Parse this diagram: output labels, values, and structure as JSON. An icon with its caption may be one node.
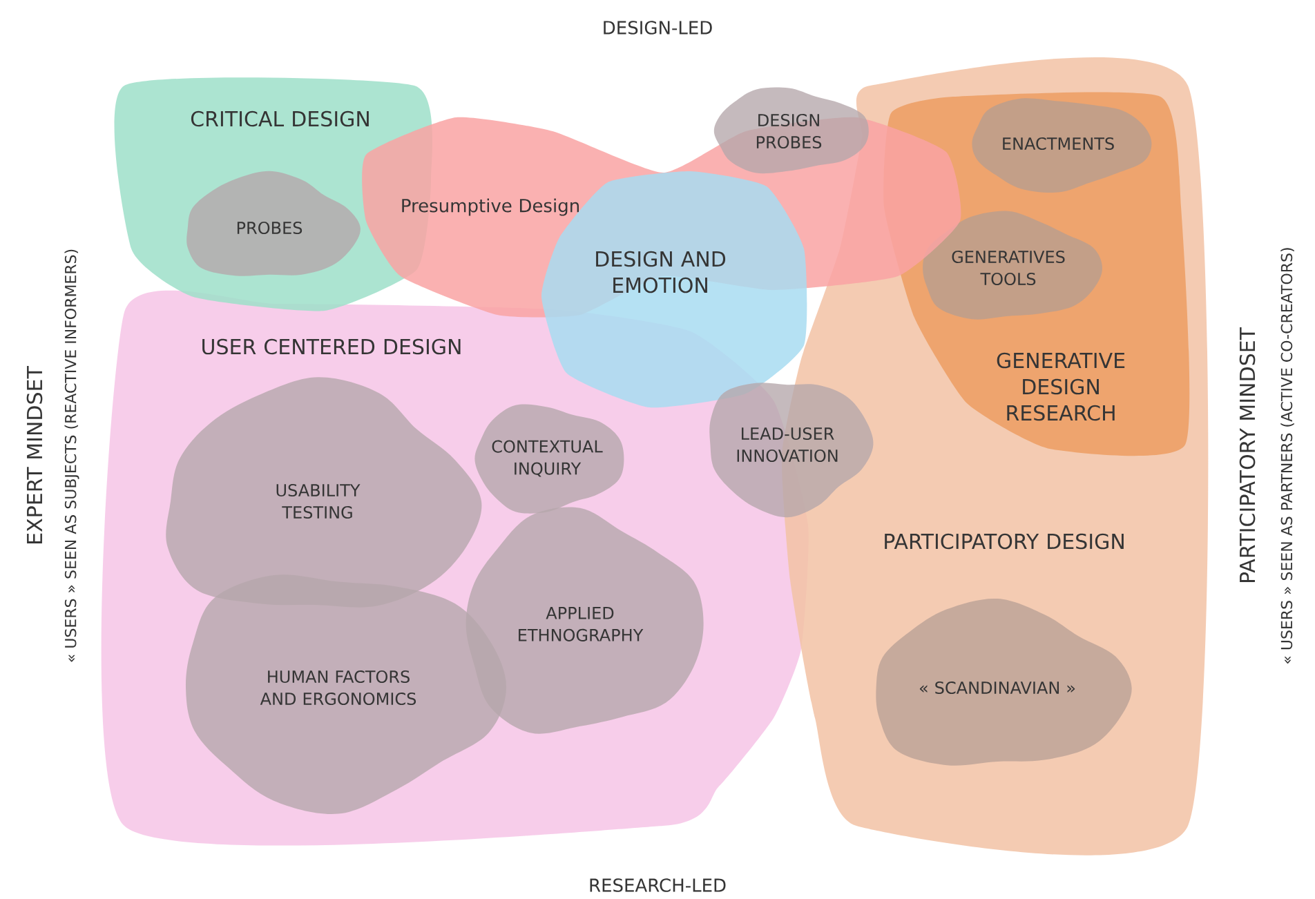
{
  "diagram": {
    "nodes": [
      {
        "text": [
          "CRITICAL DESIGN"
        ]
      },
      {
        "text": [
          "PROBES"
        ],
        "in": 0
      },
      {
        "text": [
          "DESIGN PROBES"
        ]
      },
      {
        "text": [
          "Presumptive Design"
        ]
      },
      {
        "text": [
          "PARTICIPATORY DESIGN"
        ]
      },
      {
        "text": [
          "GENERATIVE DESIGN RESEARCH"
        ],
        "in": 4
      },
      {
        "text": [
          "ENACTMENTS"
        ],
        "in": 5
      },
      {
        "text": [
          "GENERATIVES TOOLS"
        ],
        "in": 5
      },
      {
        "text": [
          "DESIGN AND EMOTION"
        ]
      },
      {
        "text": [
          "USER CENTERED DESIGN"
        ]
      },
      {
        "text": [
          "CONTEXTUAL INQUIRY"
        ],
        "in": 9
      },
      {
        "text": [
          "LEAD-USER INNOVATION"
        ]
      },
      {
        "text": [
          "USABILITY TESTING"
        ],
        "in": 9
      },
      {
        "text": [
          "APPLIED ETHNOGRAPHY"
        ],
        "in": 9
      },
      {
        "text": [
          "HUMAN FACTORS AND ERGONOMICS"
        ],
        "in": 9
      },
      {
        "text": [
          "« SCANDINAVIAN »"
        ],
        "in": 4
      }
    ],
    "labels": [
      "DESIGN-LED",
      "EXPERT MINDSET",
      "« USERS » SEEN AS SUBJECTS (REACTIVE INFORMERS)",
      "PARTICIPATORY MINDSET",
      "« USERS » SEEN AS PARTNERS (ACTIVE CO-CREATORS)",
      "RESEARCH-LED"
    ]
  }
}
